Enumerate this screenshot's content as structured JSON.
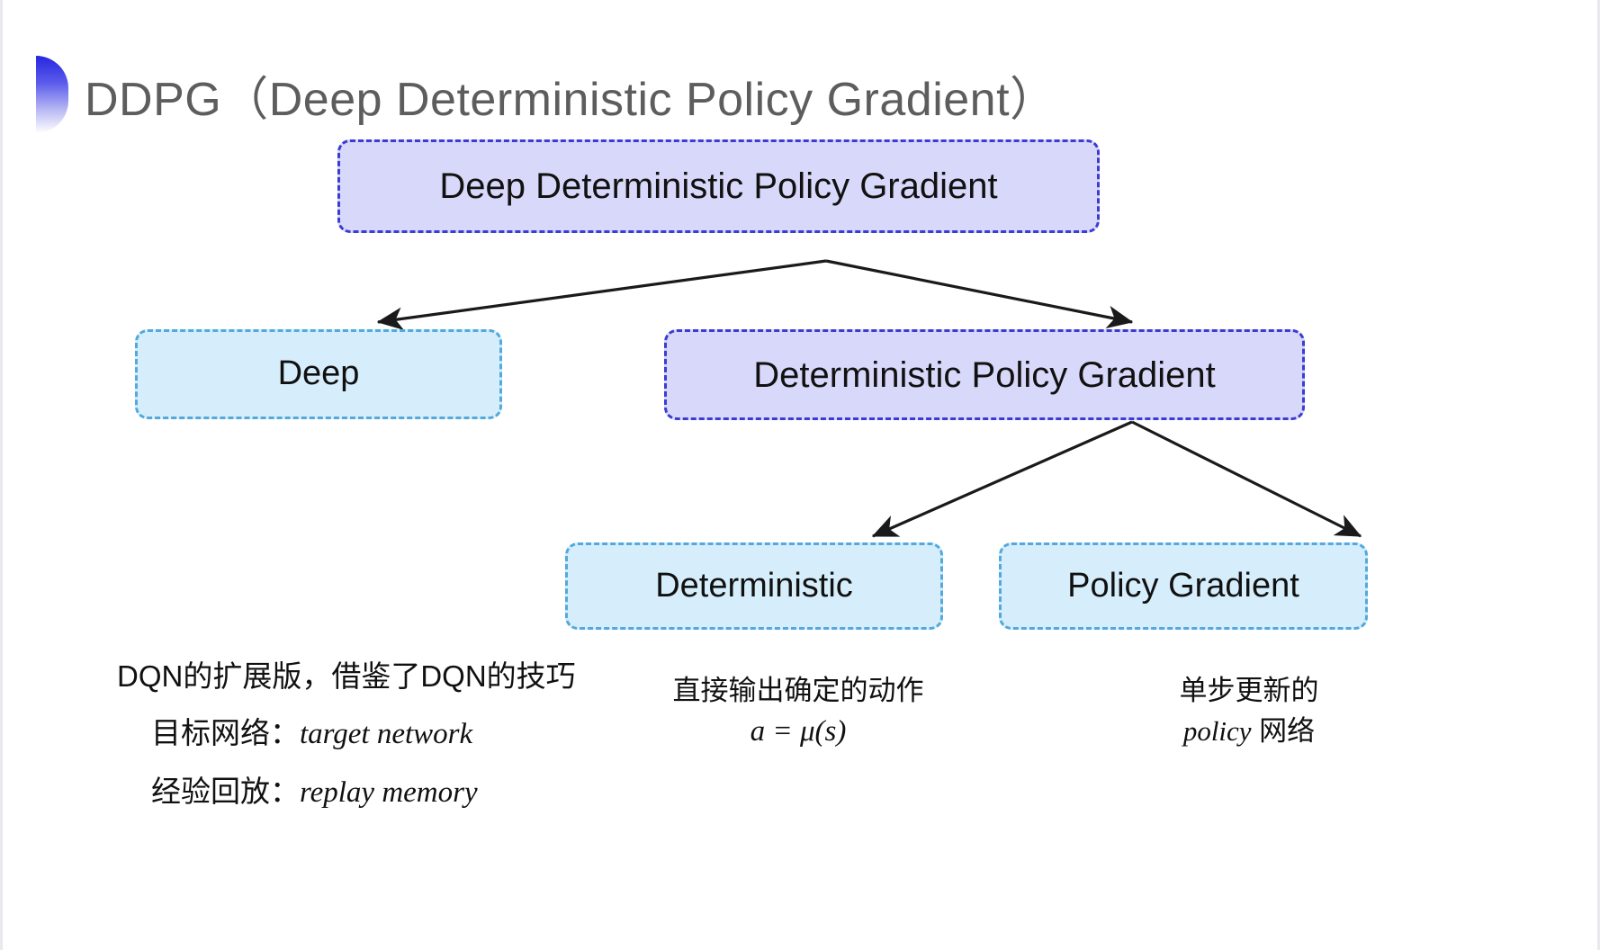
{
  "slide": {
    "title": "DDPG（Deep Deterministic Policy Gradient）",
    "bullet_icon": "half-circle-bullet-icon",
    "background_color": "#ffffff",
    "title_color": "#5d5d5d",
    "accent_blue": "#2626e0",
    "purple_fill": "#d8d8fa",
    "purple_border": "#3c3cd2",
    "cyan_fill": "#d6eefb",
    "cyan_border": "#53a9dc",
    "arrow_color": "#1a1a1a"
  },
  "diagram": {
    "type": "tree",
    "nodes": {
      "root": {
        "label": "Deep Deterministic Policy Gradient",
        "style": "purple"
      },
      "deep": {
        "label": "Deep",
        "style": "cyan"
      },
      "dpg": {
        "label": "Deterministic Policy Gradient",
        "style": "purple"
      },
      "deterministic": {
        "label": "Deterministic",
        "style": "cyan"
      },
      "policy_gradient": {
        "label": "Policy Gradient",
        "style": "cyan"
      }
    },
    "edges": [
      {
        "from": "root",
        "to": "deep"
      },
      {
        "from": "root",
        "to": "dpg"
      },
      {
        "from": "dpg",
        "to": "deterministic"
      },
      {
        "from": "dpg",
        "to": "policy_gradient"
      }
    ]
  },
  "notes": {
    "left": {
      "line1": "DQN的扩展版，借鉴了DQN的技巧",
      "line2_label": "目标网络：",
      "line2_term": "target network",
      "line3_label": "经验回放：",
      "line3_term": "replay memory"
    },
    "middle": {
      "line1": "直接输出确定的动作",
      "formula": "a = μ(s)"
    },
    "right": {
      "line1": "单步更新的",
      "term": "policy",
      "line2_suffix": " 网络"
    }
  }
}
